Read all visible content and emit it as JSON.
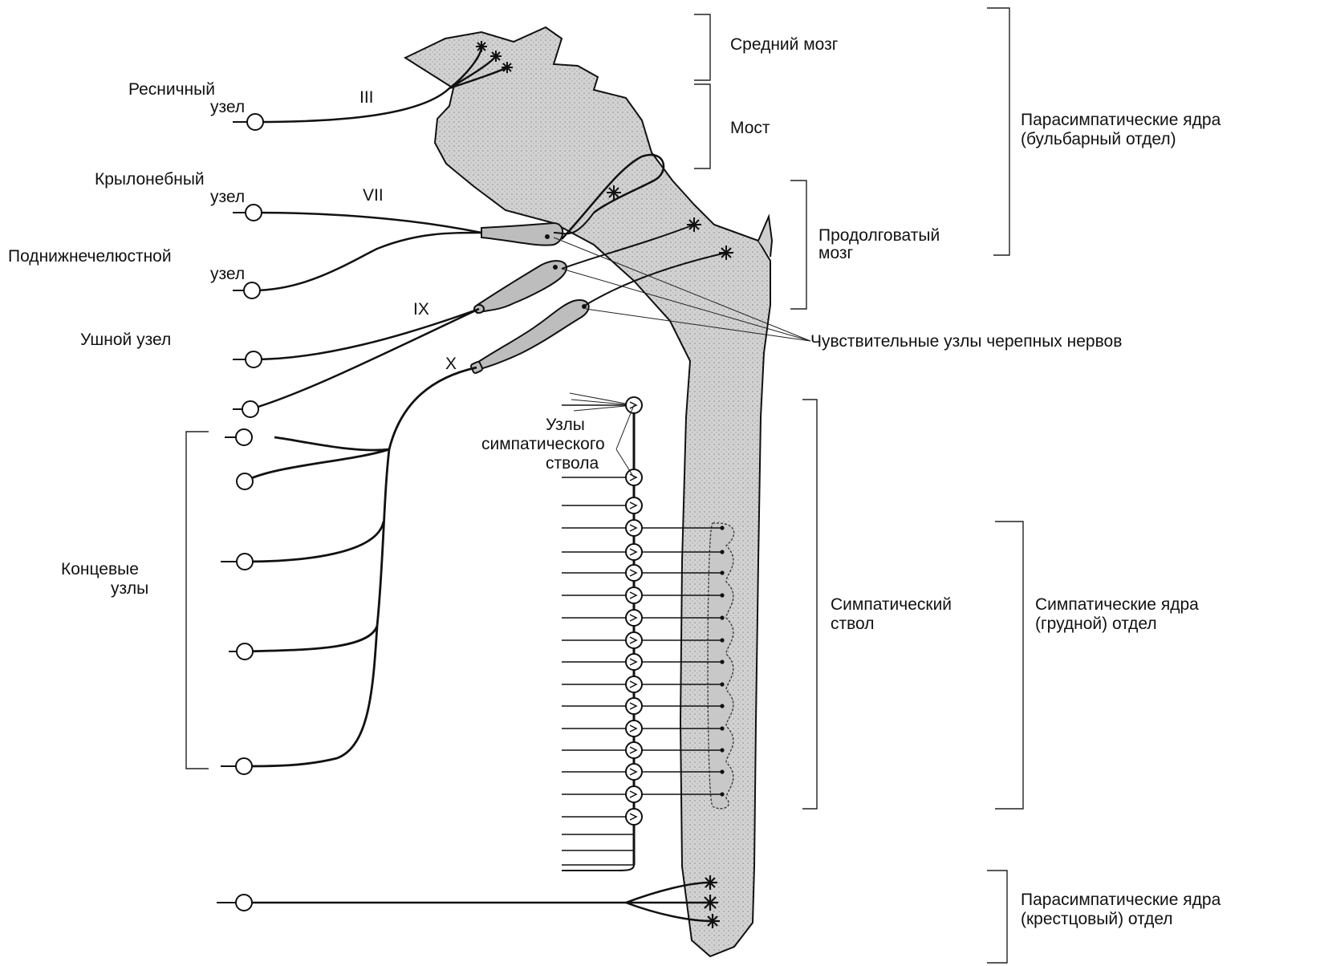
{
  "labels": {
    "midbrain": "Средний мозг",
    "pons": "Мост",
    "medulla_1": "Продолговатый",
    "medulla_2": "мозг",
    "parasym_bulbar_1": "Парасимпатические ядра",
    "parasym_bulbar_2": "(бульбарный отдел)",
    "ciliary_1": "Ресничный",
    "ciliary_2": "узел",
    "pterygopalatine_1": "Крылонебный",
    "pterygopalatine_2": "узел",
    "submandibular_1": "Поднижнечелюстной",
    "submandibular_2": "узел",
    "otic": "Ушной узел",
    "nerve_iii": "III",
    "nerve_vii": "VII",
    "nerve_ix": "IX",
    "nerve_x": "X",
    "sensory_ganglia": "Чувствительные узлы черепных нервов",
    "symp_trunk_nodes_1": "Узлы",
    "symp_trunk_nodes_2": "симпатического",
    "symp_trunk_nodes_3": "ствола",
    "terminal_nodes_1": "Концевые",
    "terminal_nodes_2": "узлы",
    "symp_trunk_1": "Симпатический",
    "symp_trunk_2": "ствол",
    "symp_nuclei_1": "Симпатические ядра",
    "symp_nuclei_2": "(грудной)  отдел",
    "parasym_sacral_1": "Парасимпатические ядра",
    "parasym_sacral_2": "(крестцовый) отдел"
  },
  "colors": {
    "brain_fill": "#cfcfcf",
    "ganglion_fill": "#bdbdbd",
    "ink": "#111111"
  }
}
